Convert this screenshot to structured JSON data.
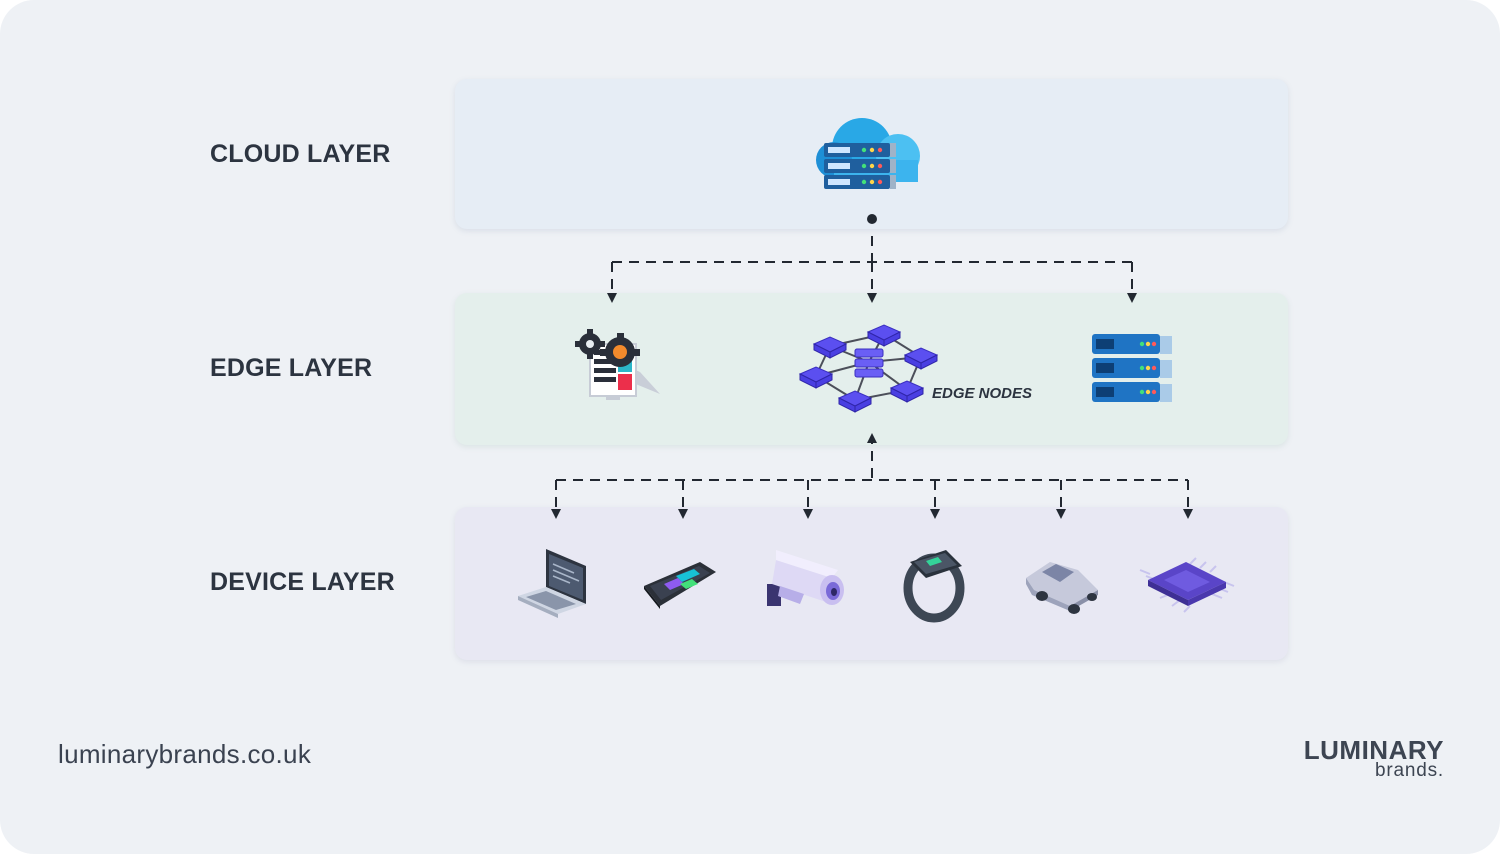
{
  "layers": {
    "cloud": "CLOUD LAYER",
    "edge": "EDGE LAYER",
    "device": "DEVICE LAYER"
  },
  "edge_nodes_label": "EDGE NODES",
  "footer": {
    "url": "luminarybrands.co.uk",
    "logo_main": "LUMINARY",
    "logo_sub": "brands."
  },
  "icons": {
    "cloud": "cloud-server-icon",
    "edge": [
      "gear-dashboard-icon",
      "edge-nodes-network-icon",
      "server-rack-icon"
    ],
    "device": [
      "laptop-icon",
      "smartphone-icon",
      "security-camera-icon",
      "smartwatch-icon",
      "car-icon",
      "microchip-icon"
    ]
  },
  "colors": {
    "background": "#eef1f5",
    "cloud_panel": "#e6edf5",
    "edge_panel": "#e4efec",
    "device_panel": "#e8e8f3",
    "connector": "#222831",
    "node_purple": "#5b4ff0"
  }
}
